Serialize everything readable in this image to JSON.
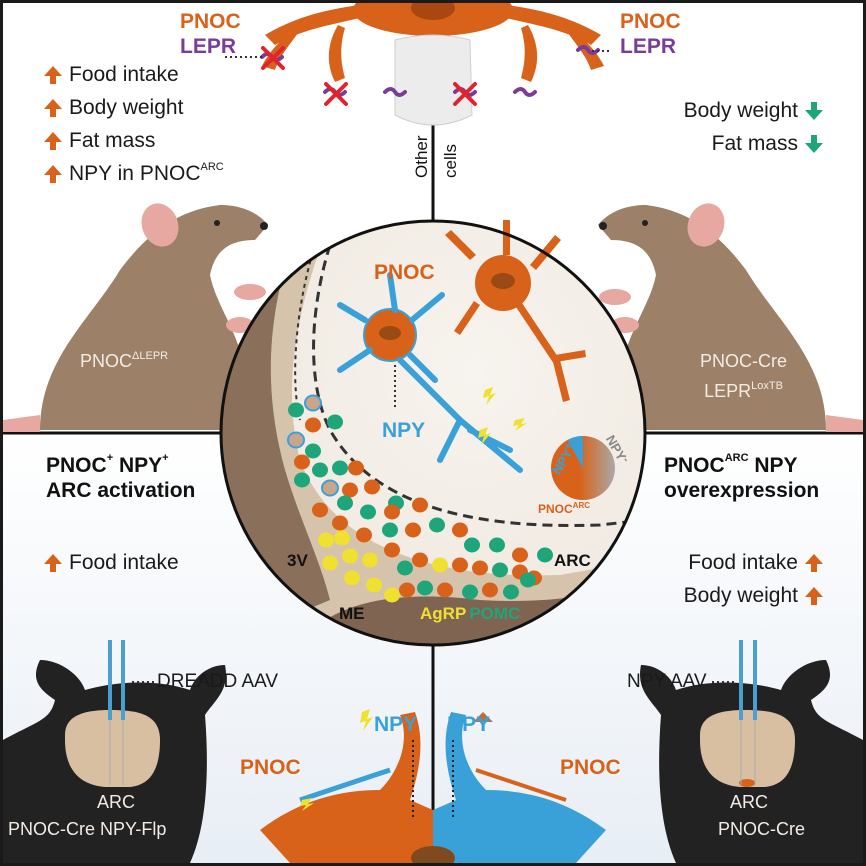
{
  "colors": {
    "pnoc": "#d9621a",
    "lepr": "#7a3c98",
    "npy": "#3aa1d8",
    "agrp": "#f0e030",
    "pomc": "#1ea67a",
    "increase_arrow": "#d9621a",
    "decrease_arrow": "#1ea67a",
    "mouse_brown": "#9c8068",
    "mouse_black": "#222222",
    "brain_tan": "#d9bfa2"
  },
  "top_left": {
    "pnoc_label": "PNOC",
    "lepr_label": "LEPR",
    "effects": [
      {
        "direction": "up",
        "label": "Food intake"
      },
      {
        "direction": "up",
        "label": "Body weight"
      },
      {
        "direction": "up",
        "label": "Fat mass"
      },
      {
        "direction": "up",
        "label": "NPY in PNOC",
        "sup": "ARC"
      }
    ],
    "mouse_label": "PNOC",
    "mouse_sup": "ΔLEPR"
  },
  "top_center": {
    "other_cells_left": "Other",
    "other_cells_right": "cells"
  },
  "top_right": {
    "pnoc_label": "PNOC",
    "lepr_label": "LEPR",
    "effects": [
      {
        "direction": "down",
        "label": "Body weight"
      },
      {
        "direction": "down",
        "label": "Fat mass"
      }
    ],
    "mouse_label_line1": "PNOC-Cre",
    "mouse_label_line2": "LEPR",
    "mouse_sup": "LoxTB"
  },
  "center_circle": {
    "pnoc_label": "PNOC",
    "npy_label": "NPY",
    "pie": {
      "npy_pos_label": "NPY",
      "npy_pos_sup": "+",
      "npy_neg_label": "NPY",
      "npy_neg_sup": "-",
      "caption": "PNOC",
      "caption_sup": "ARC",
      "npy_positive_fraction": 0.08
    },
    "region_3v": "3V",
    "region_me": "ME",
    "region_arc": "ARC",
    "agrp_label": "AgRP",
    "pomc_label": "POMC"
  },
  "bottom_left": {
    "title_line1_a": "PNOC",
    "title_line1_a_sup": "+",
    "title_line1_b": " NPY",
    "title_line1_b_sup": "+",
    "title_line2": "ARC activation",
    "effects": [
      {
        "direction": "up",
        "label": "Food intake"
      }
    ],
    "injection_label": "DREADD AAV",
    "brain_label": "ARC",
    "mouse_label": "PNOC-Cre NPY-Flp",
    "pnoc_label": "PNOC",
    "npy_label": "NPY"
  },
  "bottom_right": {
    "title_line1_a": "PNOC",
    "title_line1_sup": "ARC",
    "title_line1_b": " NPY",
    "title_line2": "overexpression",
    "effects": [
      {
        "direction": "up",
        "label": "Food intake"
      },
      {
        "direction": "up",
        "label": "Body weight"
      }
    ],
    "injection_label": "NPY AAV",
    "brain_label": "ARC",
    "mouse_label": "PNOC-Cre",
    "pnoc_label": "PNOC",
    "npy_label": "NPY"
  }
}
